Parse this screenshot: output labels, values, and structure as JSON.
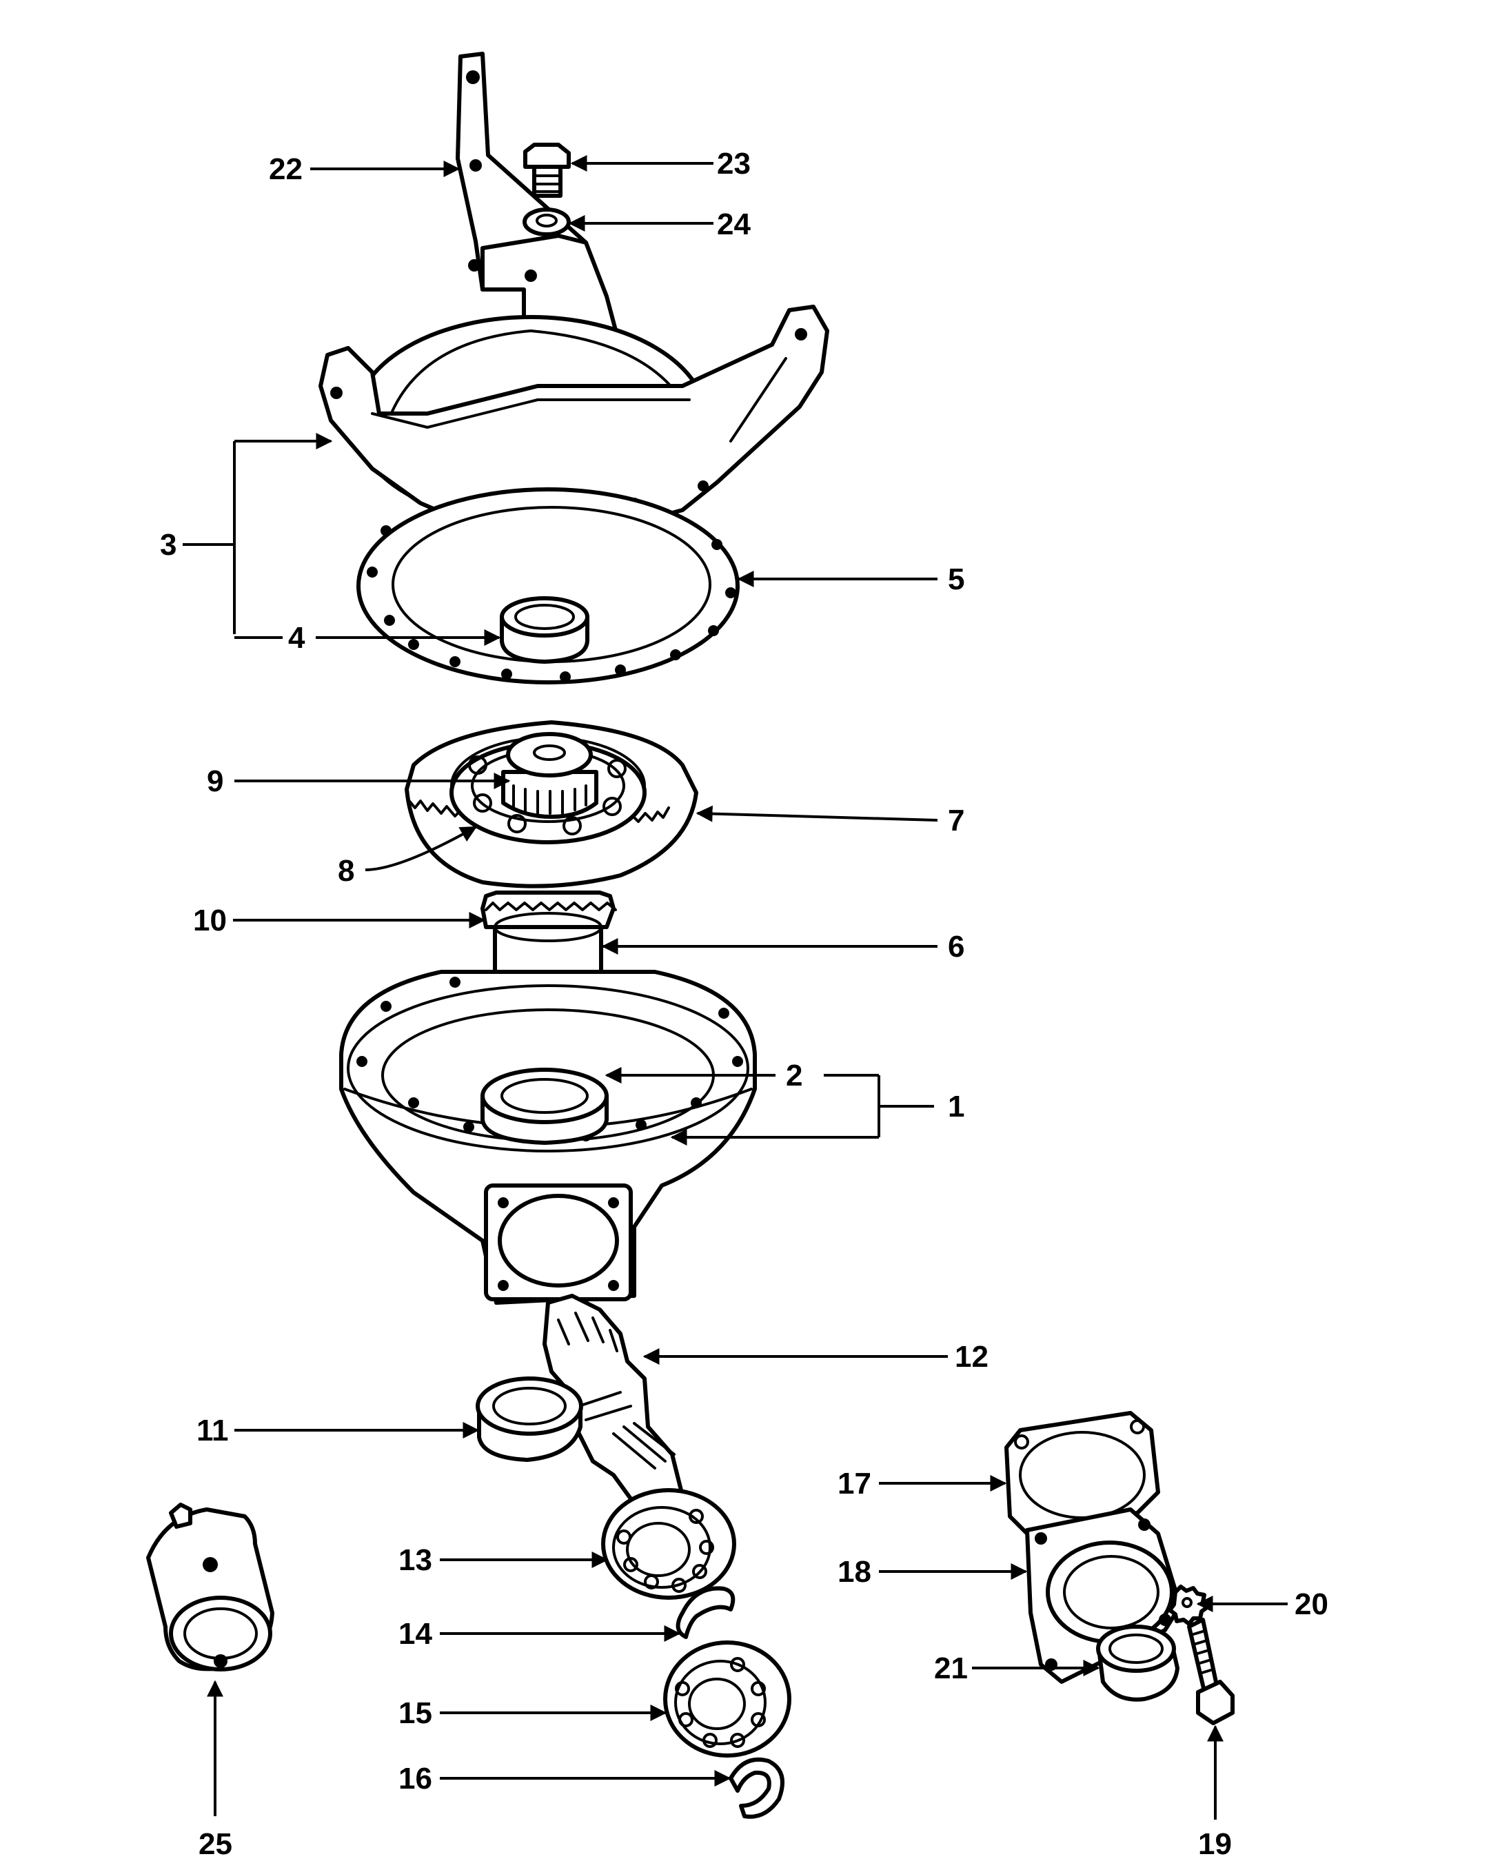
{
  "callouts": {
    "c1": "1",
    "c2": "2",
    "c3": "3",
    "c4": "4",
    "c5": "5",
    "c6": "6",
    "c7": "7",
    "c8": "8",
    "c9": "9",
    "c10": "10",
    "c11": "11",
    "c12": "12",
    "c13": "13",
    "c14": "14",
    "c15": "15",
    "c16": "16",
    "c17": "17",
    "c18": "18",
    "c19": "19",
    "c20": "20",
    "c21": "21",
    "c22": "22",
    "c23": "23",
    "c24": "24",
    "c25": "25"
  }
}
